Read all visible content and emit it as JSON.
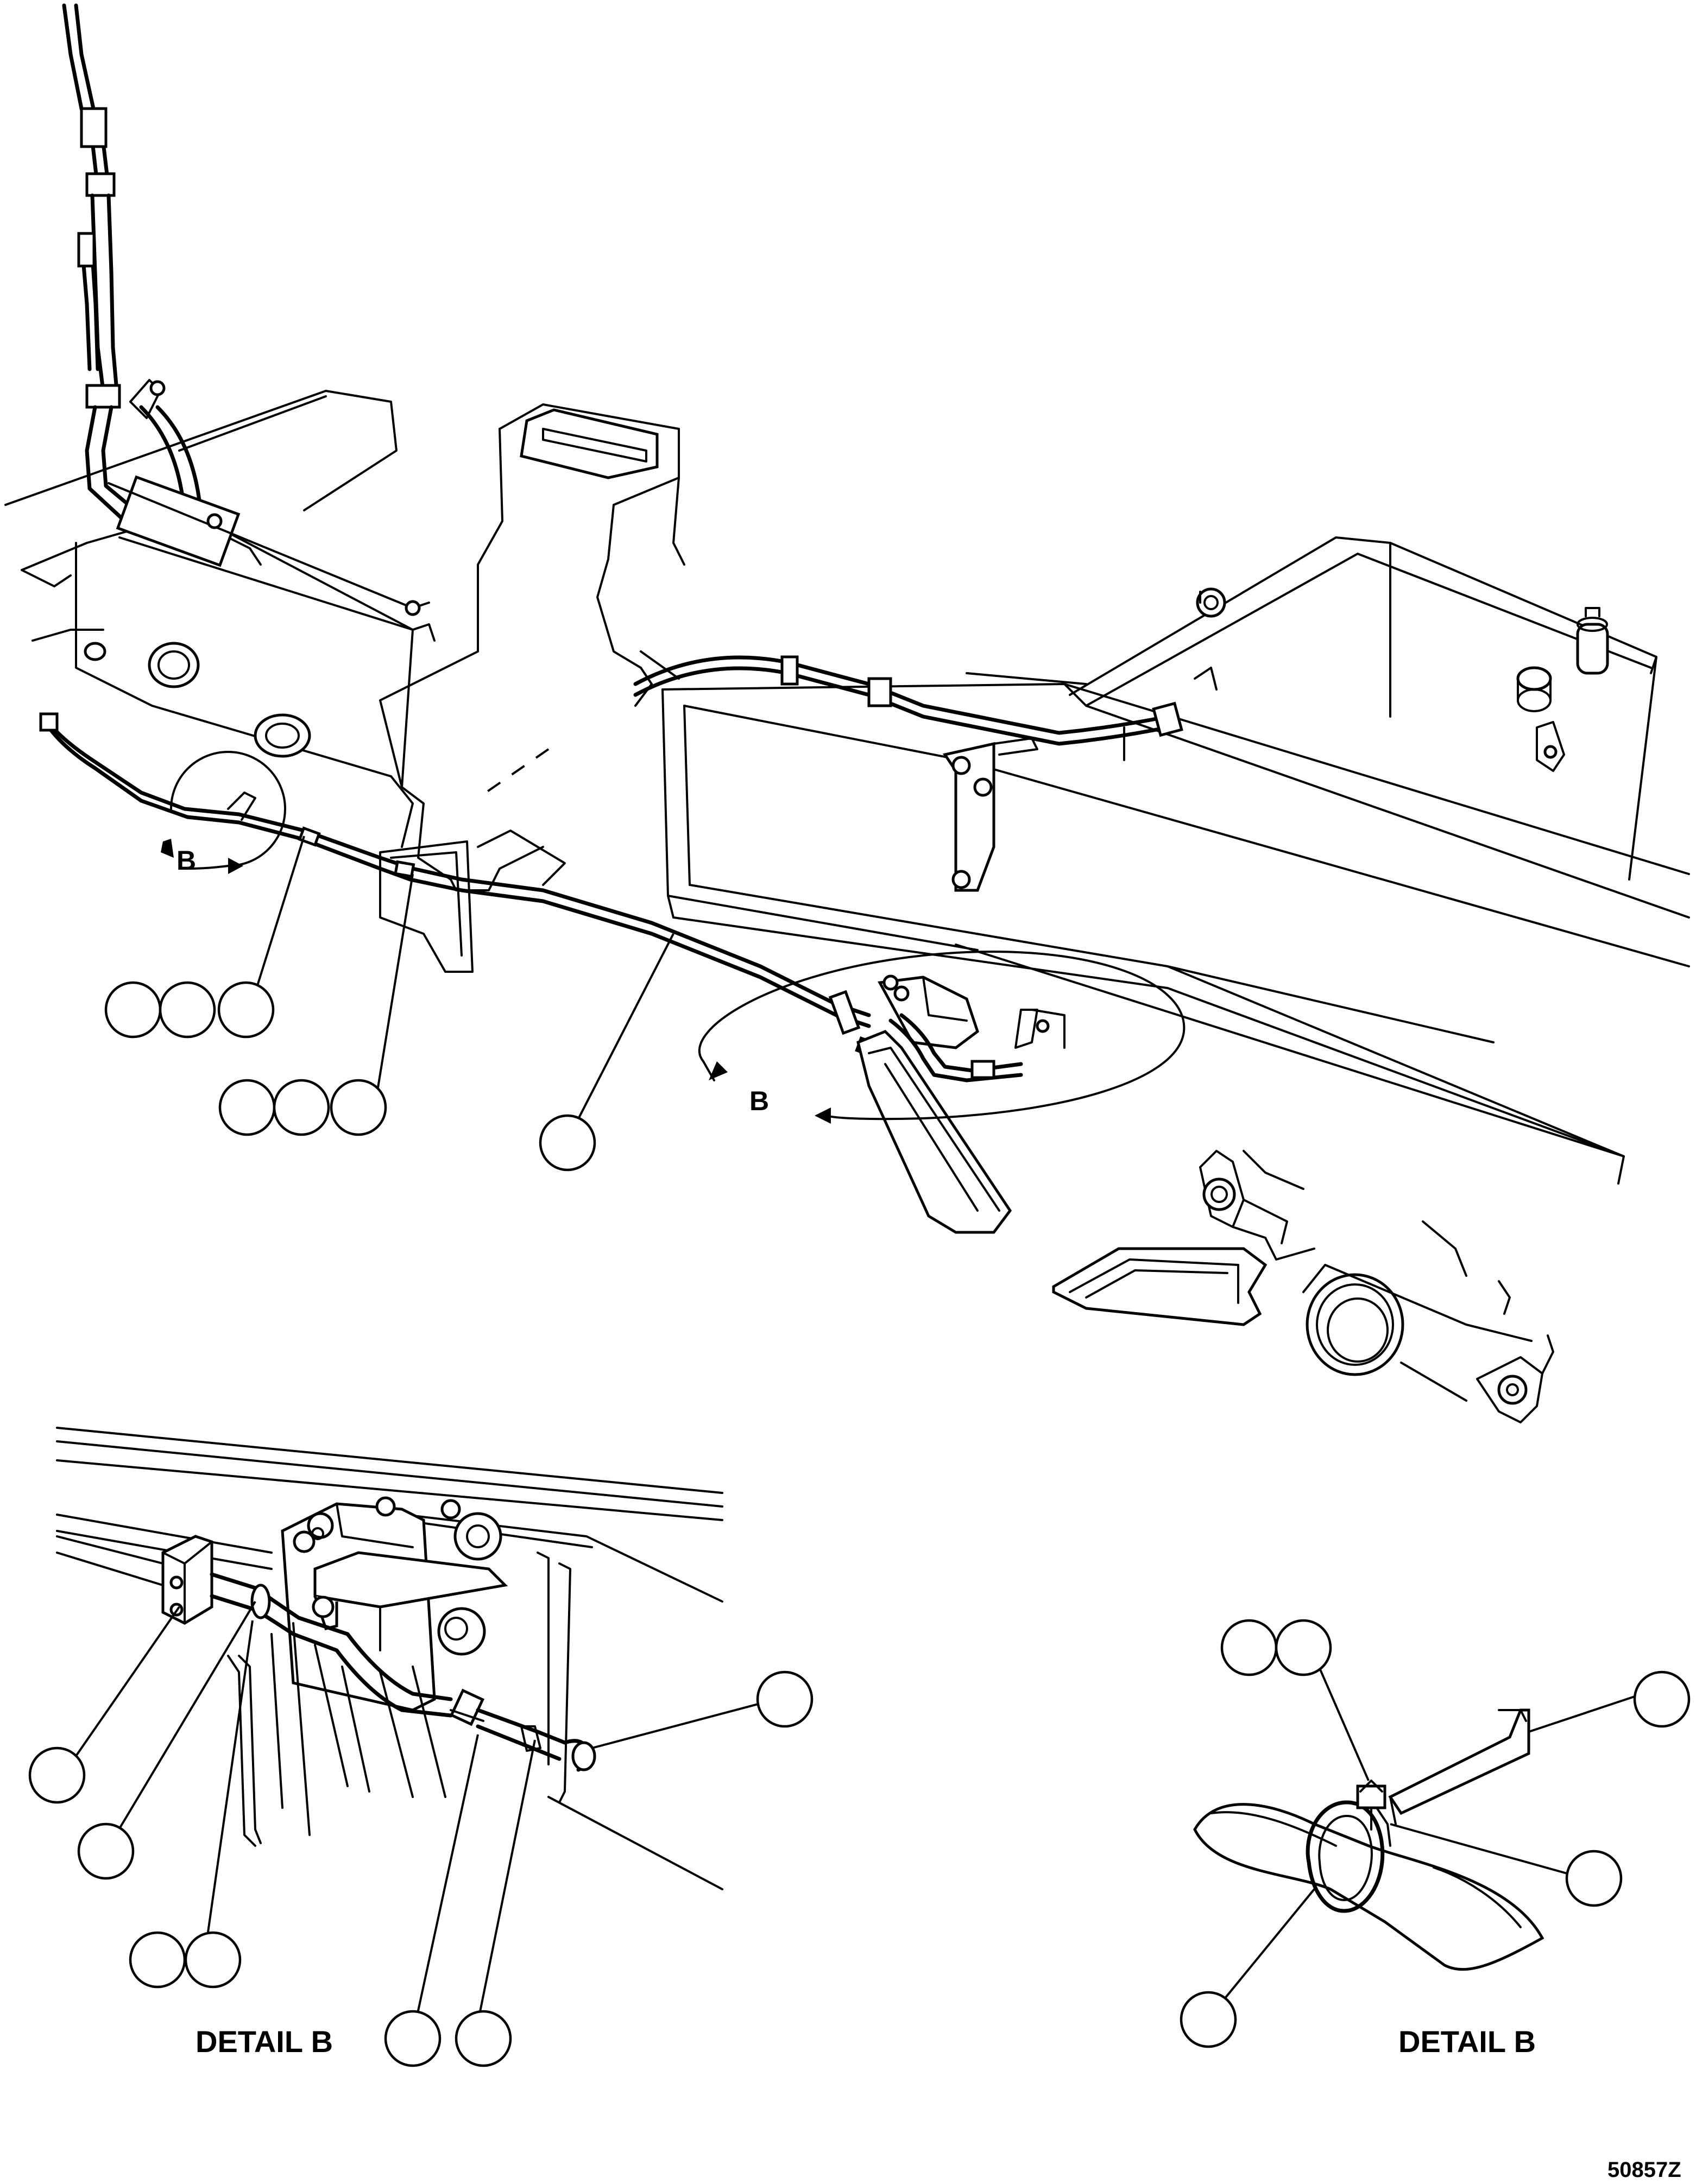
{
  "drawing": {
    "view_label_main": "B",
    "view_label_secondary": "B",
    "detail_left_title": "DETAIL B",
    "detail_right_title": "DETAIL B",
    "figure_number": "50857Z"
  }
}
